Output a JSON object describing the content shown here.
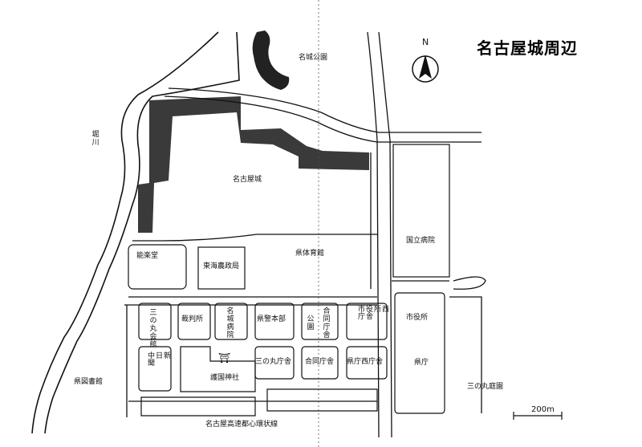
{
  "map": {
    "title": "名古屋城周辺",
    "north_label": "N",
    "scale_label": "200m",
    "labels": {
      "meijo_park": "名城公園",
      "horikawa": "堀川",
      "nagoya_castle": "名古屋城",
      "noh_theater": "能楽堂",
      "tokai_agri": "東海農政局",
      "prefectural_gym": "県体育館",
      "national_hospital": "国立病院",
      "sannomaru_kaikan": "三の丸会館",
      "court": "裁判所",
      "meijo_hospital": "名城病院",
      "pref_police": "県警本部",
      "park": "公園",
      "joint_office_north": "合同庁舎",
      "city_west_office": "市役所西庁舎",
      "city_hall": "市役所",
      "chunichi": "中日新聞",
      "shrine_mark": "⛩",
      "gokoku_shrine": "護国神社",
      "sannomaru_office": "三の丸庁舎",
      "joint_office": "合同庁舎",
      "pref_west_office": "県庁西庁舎",
      "prefectural_office": "県庁",
      "pref_library": "県図書館",
      "sannomaru_garden": "三の丸庭園",
      "expressway": "名古屋高速都心環状線"
    }
  }
}
